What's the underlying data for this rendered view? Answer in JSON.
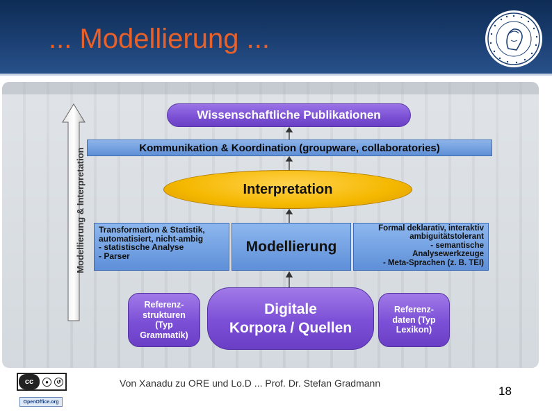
{
  "slide": {
    "title": "... Modellierung ...",
    "footer": "Von Xanadu zu ORE und Lo.D ... Prof. Dr. Stefan Gradmann",
    "page_number": "18"
  },
  "diagram": {
    "top_pill": "Wissenschaftliche Publikationen",
    "band": "Kommunikation & Koordination (groupware, collaboratories)",
    "oval": "Interpretation",
    "left_box": [
      "Transformation & Statistik,",
      "automatisiert, nicht-ambig",
      "- statistische Analyse",
      "- Parser"
    ],
    "center_box": "Modellierung",
    "right_box": [
      "Formal deklarativ, interaktiv",
      "ambiguitätstolerant",
      "- semantische",
      "Analysewerkzeuge",
      "- Meta-Sprachen (z. B. TEI)"
    ],
    "bottom_left": [
      "Referenz-",
      "strukturen",
      "(Typ",
      "Grammatik)"
    ],
    "bottom_center": [
      "Digitale",
      "Korpora / Quellen"
    ],
    "bottom_right": [
      "Referenz-",
      "daten (Typ",
      "Lexikon)"
    ],
    "vertical_arrow_label": "Modellierung & Interpretation"
  },
  "badges": {
    "cc_label": "cc",
    "cc_by": "BY",
    "cc_sa": "SA",
    "openoffice": "OpenOffice.org"
  },
  "colors": {
    "header_bg": "#1b3f72",
    "title_orange": "#e8612a",
    "purple": "#7b4fd6",
    "blue": "#5e8fd8",
    "yellow": "#f5b800"
  },
  "icons": [
    "university-seal-icon",
    "up-arrow-icon",
    "creative-commons-icon",
    "openoffice-icon"
  ]
}
